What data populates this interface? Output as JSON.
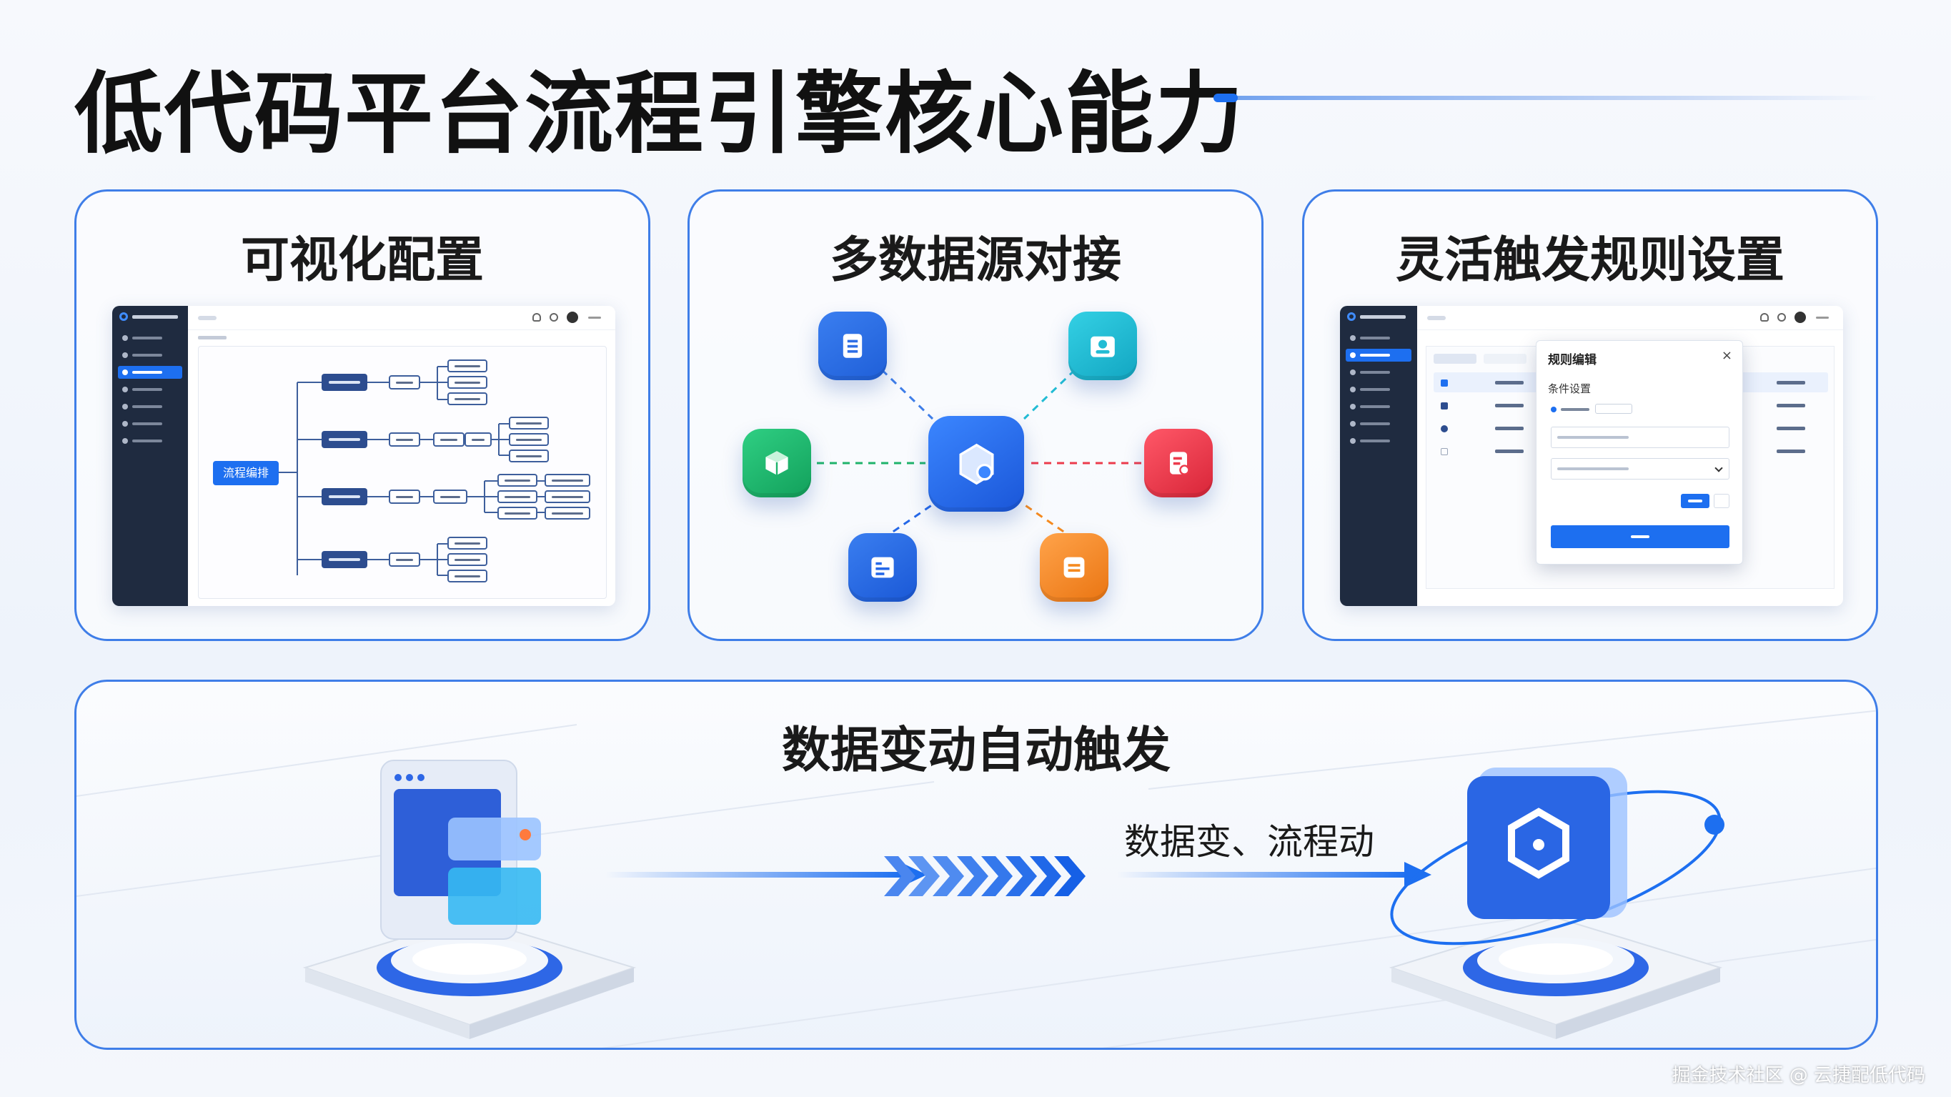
{
  "page": {
    "title": "低代码平台流程引擎核心能力",
    "watermark": "掘金技术社区 @ 云捷配低代码"
  },
  "cards": [
    {
      "title": "可视化配置"
    },
    {
      "title": "多数据源对接"
    },
    {
      "title": "灵活触发规则设置"
    }
  ],
  "visual_config": {
    "root_node": "流程编排"
  },
  "trigger_rules": {
    "dialog_title": "规则编辑",
    "section_title": "条件设置",
    "close_symbol": "×"
  },
  "data_sources": {
    "icons": [
      {
        "name": "document-icon",
        "color": "#2f6fe6"
      },
      {
        "name": "user-card-icon",
        "color": "#22bcd4"
      },
      {
        "name": "cube-icon",
        "color": "#1fb36b"
      },
      {
        "name": "form-icon",
        "color": "#ec3b4c"
      },
      {
        "name": "list-icon",
        "color": "#2568e8"
      },
      {
        "name": "notes-icon",
        "color": "#f58a1f"
      }
    ],
    "hub_icon": "hexagon-link-icon",
    "hub_color": "#1e63ea"
  },
  "auto_trigger": {
    "title": "数据变动自动触发",
    "flow_label": "数据变、流程动"
  },
  "colors": {
    "accent": "#1d6ff0",
    "card_border": "#3f7ee8",
    "dark_sidebar": "#1f2b40"
  }
}
